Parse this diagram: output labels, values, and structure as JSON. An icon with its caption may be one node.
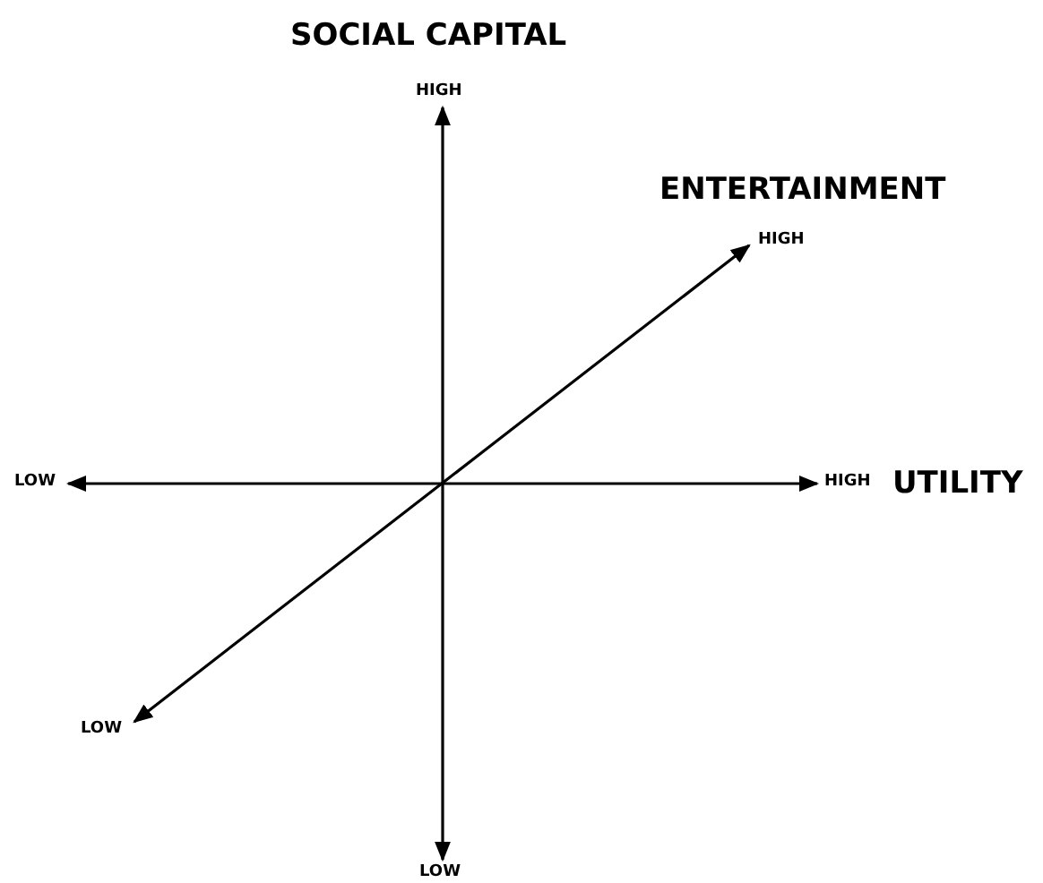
{
  "diagram": {
    "labels": [
      "SOCIAL CAPITAL",
      "HIGH",
      "ENTERTAINMENT",
      "HIGH",
      "LOW",
      "HIGH",
      "UTILITY",
      "LOW",
      "LOW"
    ]
  }
}
